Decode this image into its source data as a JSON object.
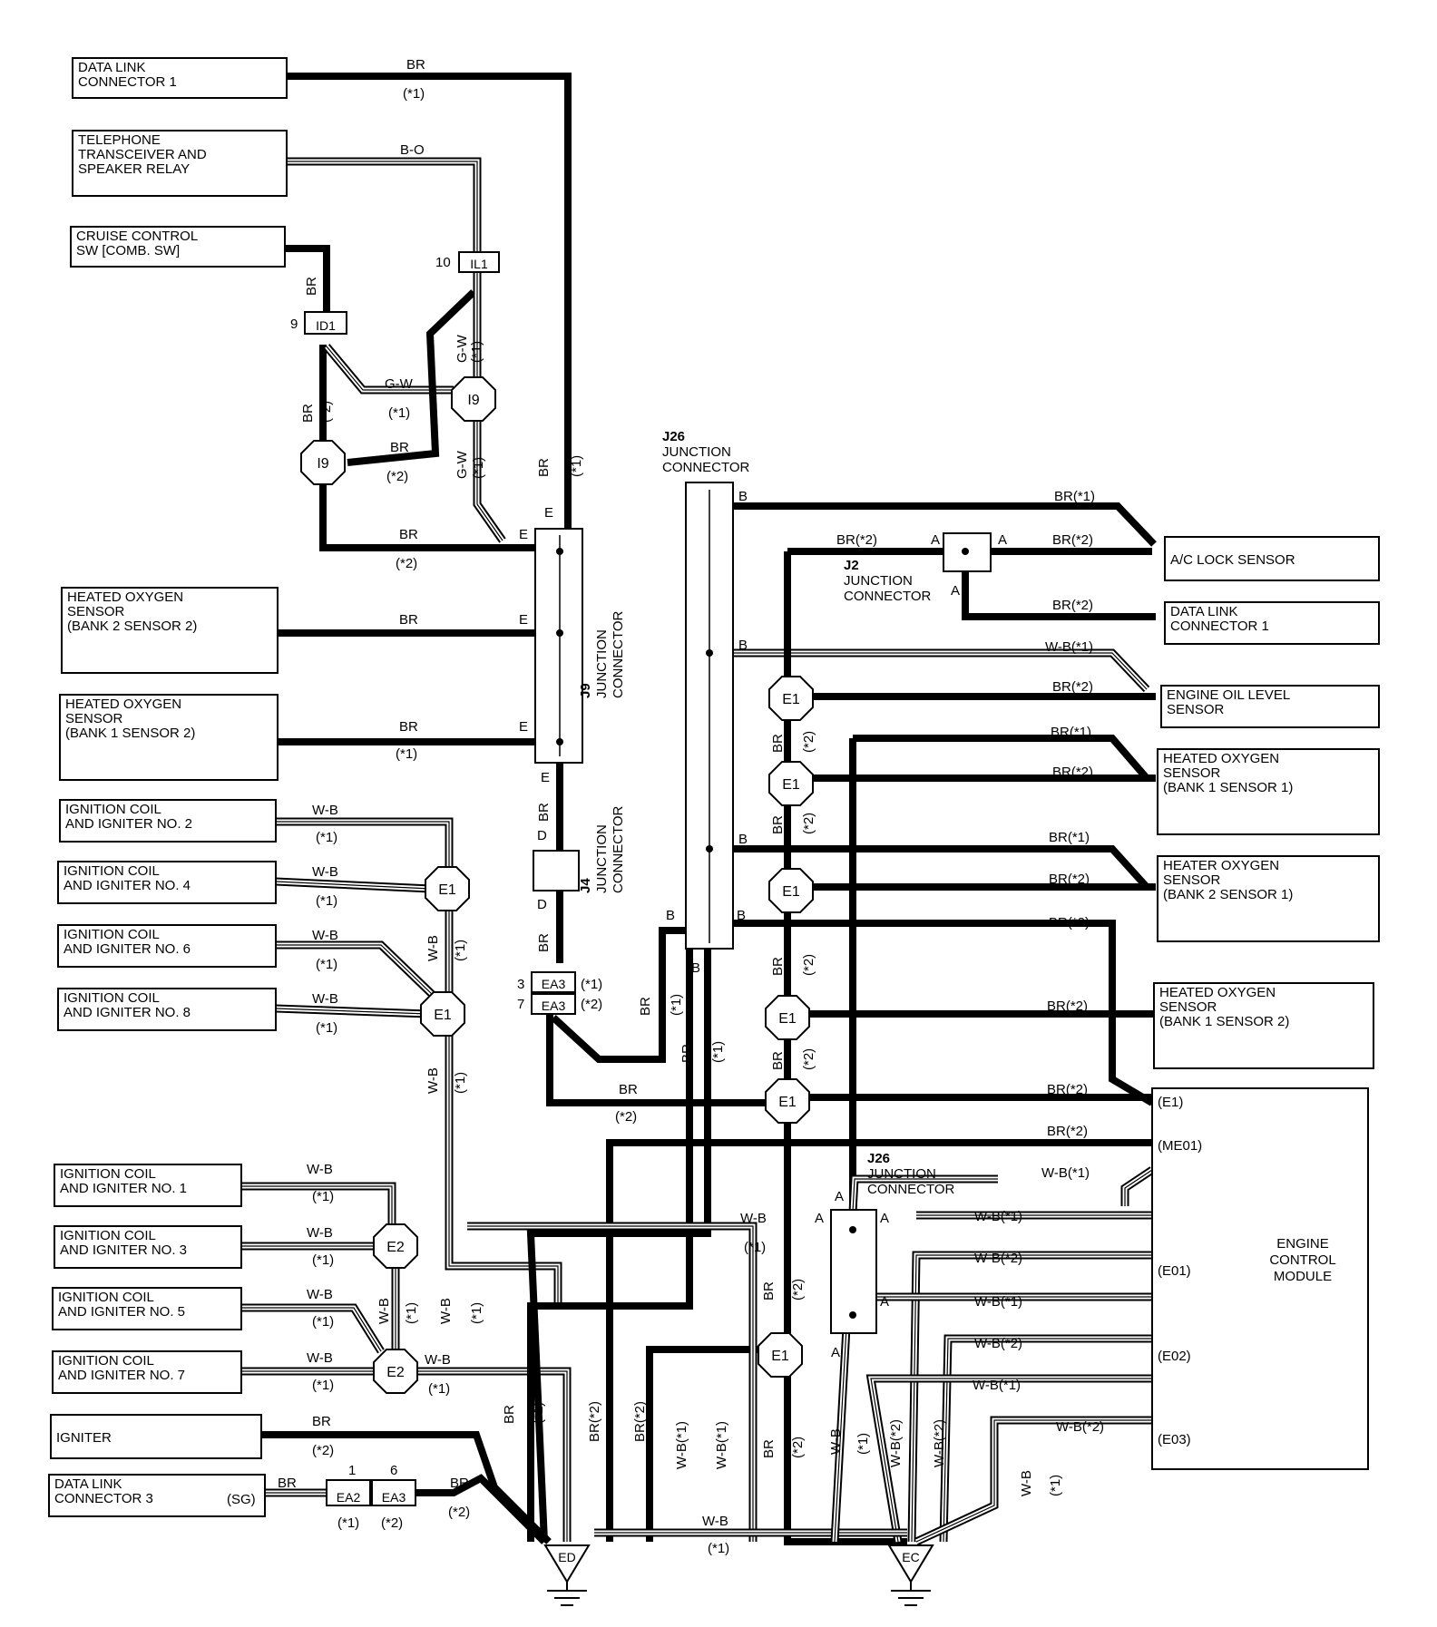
{
  "components": {
    "dlc1_top": [
      "DATA LINK",
      "CONNECTOR 1"
    ],
    "telephone": [
      "TELEPHONE",
      "TRANSCEIVER AND",
      "SPEAKER RELAY"
    ],
    "cruise": [
      "CRUISE CONTROL",
      "SW [COMB.  SW]"
    ],
    "ho2s_b2s2": [
      "HEATED OXYGEN",
      "SENSOR",
      "(BANK 2 SENSOR 2)"
    ],
    "ho2s_b1s2_left": [
      "HEATED OXYGEN",
      "SENSOR",
      "(BANK 1 SENSOR 2)"
    ],
    "coil2": [
      "IGNITION COIL",
      "AND IGNITER NO. 2"
    ],
    "coil4": [
      "IGNITION COIL",
      "AND IGNITER NO. 4"
    ],
    "coil6": [
      "IGNITION COIL",
      "AND IGNITER NO. 6"
    ],
    "coil8": [
      "IGNITION COIL",
      "AND IGNITER NO. 8"
    ],
    "coil1": [
      "IGNITION COIL",
      "AND IGNITER NO. 1"
    ],
    "coil3": [
      "IGNITION COIL",
      "AND IGNITER NO. 3"
    ],
    "coil5": [
      "IGNITION COIL",
      "AND IGNITER NO. 5"
    ],
    "coil7": [
      "IGNITION COIL",
      "AND IGNITER NO. 7"
    ],
    "igniter": [
      "IGNITER"
    ],
    "dlc3": [
      "DATA LINK",
      "CONNECTOR 3"
    ],
    "dlc3_pin": "(SG)",
    "ac_lock": [
      "A/C LOCK SENSOR"
    ],
    "dlc1_right": [
      "DATA LINK",
      "CONNECTOR 1"
    ],
    "oil_level": [
      "ENGINE OIL LEVEL",
      "SENSOR"
    ],
    "ho2s_b1s1": [
      "HEATED OXYGEN",
      "SENSOR",
      "(BANK 1 SENSOR 1)"
    ],
    "ho2s_b2s1": [
      "HEATER OXYGEN",
      "SENSOR",
      "(BANK 2 SENSOR 1)"
    ],
    "ho2s_b1s2_right": [
      "HEATED OXYGEN",
      "SENSOR",
      "(BANK 1 SENSOR 2)"
    ],
    "ecm": [
      "ENGINE",
      "CONTROL",
      "MODULE"
    ]
  },
  "ecm_pins": [
    "(E1)",
    "(ME01)",
    "(E01)",
    "(E02)",
    "(E03)"
  ],
  "connectors": {
    "j9": [
      "J9",
      "JUNCTION",
      "CONNECTOR"
    ],
    "j4": [
      "J4",
      "JUNCTION",
      "CONNECTOR"
    ],
    "j26_top": [
      "J26",
      "JUNCTION",
      "CONNECTOR"
    ],
    "j26_bottom": [
      "J26",
      "JUNCTION",
      "CONNECTOR"
    ],
    "j2": [
      "J2",
      "JUNCTION",
      "CONNECTOR"
    ],
    "il1": "IL1",
    "id1": "ID1",
    "ea3": "EA3",
    "ea2": "EA2"
  },
  "splices": {
    "i9": "I9",
    "e1": "E1",
    "e2": "E2"
  },
  "grounds": [
    "ED",
    "EC"
  ],
  "wire_colors": {
    "br": "BR",
    "bo": "B-O",
    "gw": "G-W",
    "wb": "W-B",
    "b": "B",
    "br1": "BR(*1)",
    "br2": "BR(*2)",
    "wb1": "W-B(*1)",
    "wb2": "W-B(*2)"
  },
  "notes": {
    "n1": "(*1)",
    "n2": "(*2)"
  },
  "terminals": {
    "e": "E",
    "d": "D",
    "a": "A",
    "b": "B",
    "p10": "10",
    "p9": "9",
    "p3": "3",
    "p7": "7",
    "p1": "1",
    "p6": "6"
  }
}
